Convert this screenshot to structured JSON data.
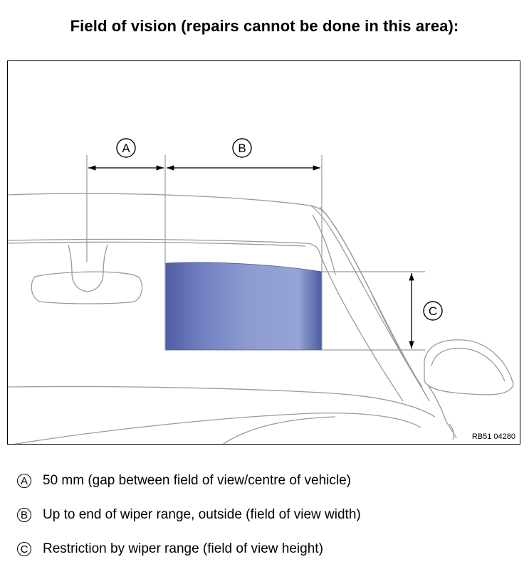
{
  "title": "Field of vision (repairs cannot be done in this area):",
  "figure": {
    "marker_a": "A",
    "marker_b": "B",
    "marker_c": "C",
    "ref_code": "RB51 04280",
    "colors": {
      "field": "#8a98cc",
      "field_edge": "#4a5aa0",
      "line": "#9a9a9a",
      "ink": "#000000"
    }
  },
  "legend": [
    {
      "key": "A",
      "text": "50 mm (gap between field of view/centre of vehicle)"
    },
    {
      "key": "B",
      "text": "Up to end of wiper range, outside (field of view width)"
    },
    {
      "key": "C",
      "text": "Restriction by wiper range (field of view height)"
    }
  ]
}
